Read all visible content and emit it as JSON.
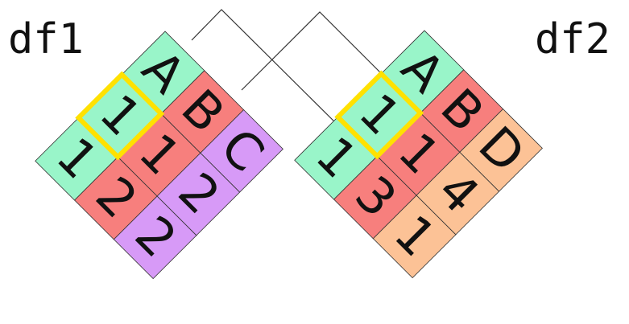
{
  "df1": {
    "title": "df1",
    "columns": [
      {
        "header": "A",
        "values": [
          "1",
          "1"
        ],
        "color": "#99f5c9"
      },
      {
        "header": "B",
        "values": [
          "1",
          "2"
        ],
        "color": "#f77f7d"
      },
      {
        "header": "C",
        "values": [
          "2",
          "2"
        ],
        "color": "#d79af7"
      }
    ],
    "highlight": "first-row"
  },
  "df2": {
    "title": "df2",
    "columns": [
      {
        "header": "A",
        "values": [
          "1",
          "1"
        ],
        "color": "#99f5c9"
      },
      {
        "header": "B",
        "values": [
          "1",
          "3"
        ],
        "color": "#f77f7d"
      },
      {
        "header": "D",
        "values": [
          "4",
          "1"
        ],
        "color": "#fcc296"
      }
    ],
    "highlight": "first-row"
  },
  "colors": {
    "highlight": "#ffe100",
    "grid_line": "#333333",
    "connector": "#333333"
  }
}
